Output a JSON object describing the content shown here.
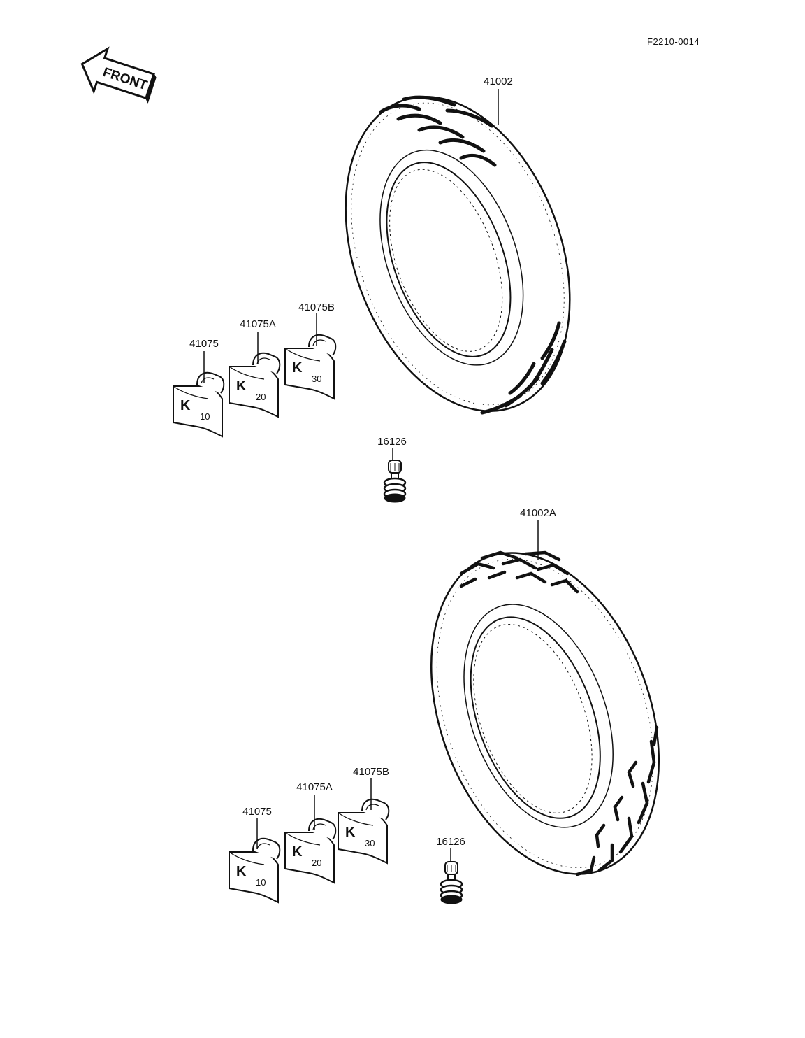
{
  "diagram_code": "F2210-0014",
  "front_arrow": {
    "label": "FRONT",
    "icon": "front-arrow-icon"
  },
  "parts": {
    "tire_front": "41002",
    "tire_rear": "41002A",
    "valve_upper": "16126",
    "valve_lower": "16126",
    "weights_upper": {
      "w10": {
        "number": "41075",
        "mark": "K",
        "value": "10"
      },
      "w20": {
        "number": "41075A",
        "mark": "K",
        "value": "20"
      },
      "w30": {
        "number": "41075B",
        "mark": "K",
        "value": "30"
      }
    },
    "weights_lower": {
      "w10": {
        "number": "41075",
        "mark": "K",
        "value": "10"
      },
      "w20": {
        "number": "41075A",
        "mark": "K",
        "value": "20"
      },
      "w30": {
        "number": "41075B",
        "mark": "K",
        "value": "30"
      }
    }
  },
  "colors": {
    "ink": "#111111",
    "paper": "#ffffff"
  }
}
